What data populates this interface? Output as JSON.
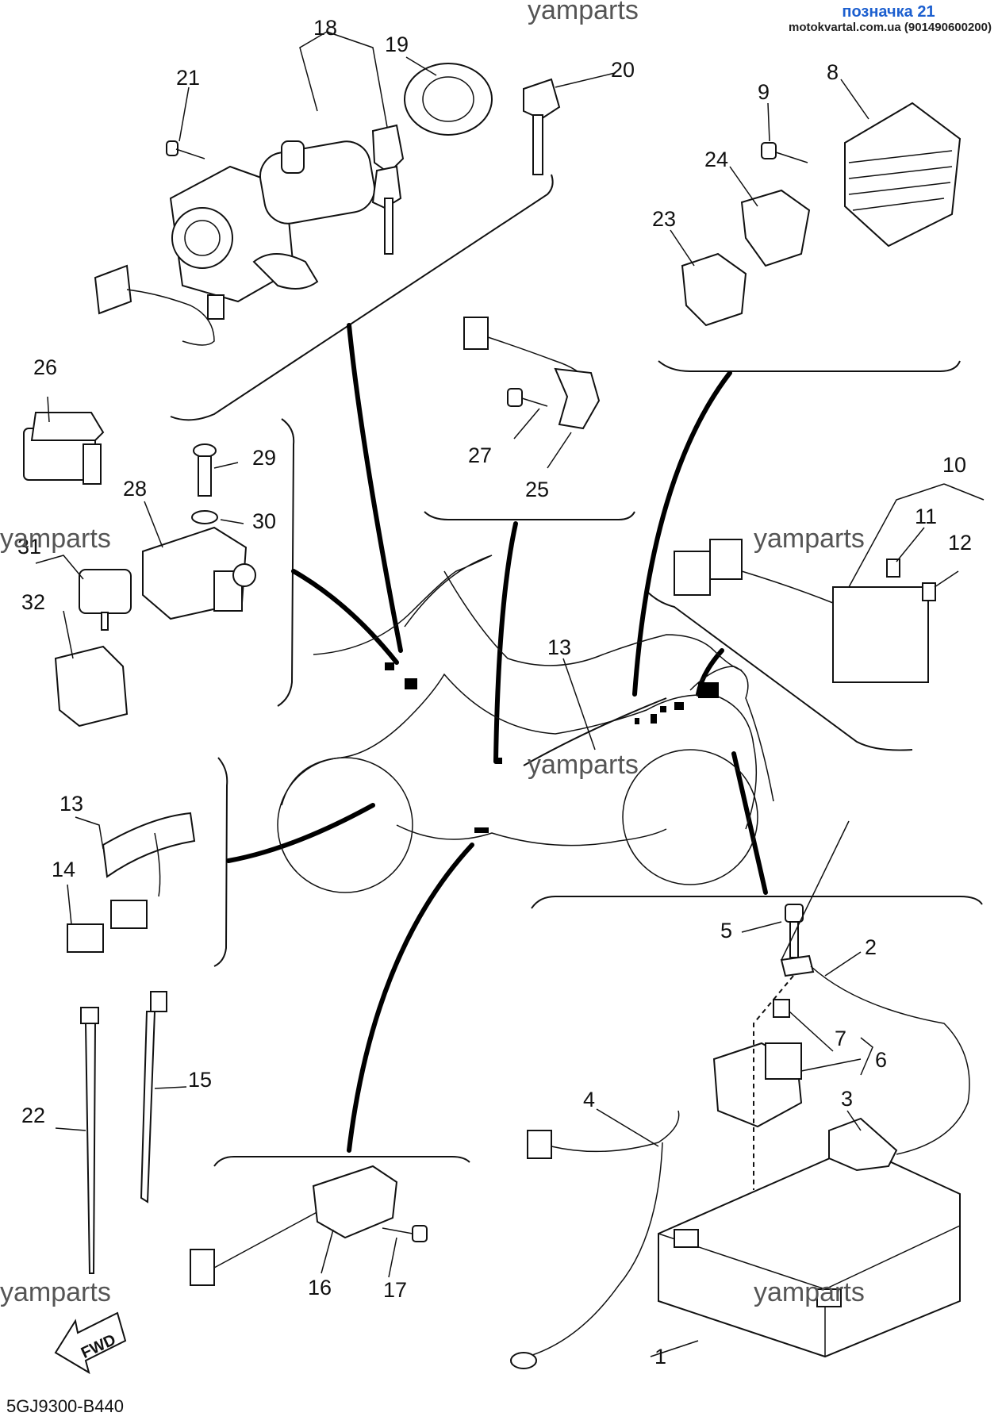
{
  "header": {
    "label": "позначка 21",
    "site": "motokvartal.com.ua (901490600200)"
  },
  "diagram_code": "5GJ9300-B440",
  "fwd_label": "FWD",
  "watermarks": [
    "yamparts",
    "yamparts",
    "yamparts",
    "yamparts",
    "yamparts",
    "yamparts"
  ],
  "callouts": [
    "1",
    "2",
    "3",
    "4",
    "5",
    "6",
    "7",
    "8",
    "9",
    "10",
    "11",
    "12",
    "13",
    "13",
    "14",
    "15",
    "16",
    "17",
    "18",
    "19",
    "20",
    "21",
    "22",
    "23",
    "24",
    "25",
    "26",
    "27",
    "28",
    "29",
    "30",
    "31",
    "32"
  ]
}
